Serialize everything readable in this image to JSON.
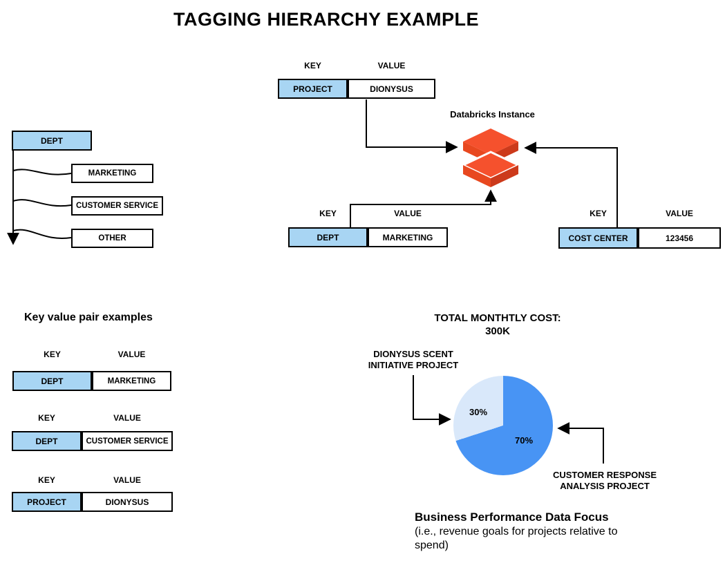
{
  "title": "TAGGING HIERARCHY EXAMPLE",
  "labels": {
    "key": "KEY",
    "value": "VALUE"
  },
  "tree": {
    "root": "DEPT",
    "children": [
      "MARKETING",
      "CUSTOMER SERVICE",
      "OTHER"
    ]
  },
  "instance": {
    "label": "Databricks Instance"
  },
  "tags": {
    "project": {
      "key": "PROJECT",
      "value": "DIONYSUS"
    },
    "dept": {
      "key": "DEPT",
      "value": "MARKETING"
    },
    "cost": {
      "key": "COST CENTER",
      "value": "123456"
    }
  },
  "examples": {
    "heading": "Key value pair examples",
    "pairs": [
      {
        "key": "DEPT",
        "value": "MARKETING"
      },
      {
        "key": "DEPT",
        "value": "CUSTOMER SERVICE"
      },
      {
        "key": "PROJECT",
        "value": "DIONYSUS"
      }
    ]
  },
  "pie_section": {
    "title_line1": "TOTAL MONTHTLY COST:",
    "title_line2": "300K",
    "callout_left_line1": "DIONYSUS SCENT",
    "callout_left_line2": "INITIATIVE PROJECT",
    "callout_right_line1": "CUSTOMER RESPONSE",
    "callout_right_line2": "ANALYSIS PROJECT",
    "footnote_bold": "Business Performance Data Focus",
    "footnote_normal": "(i.e., revenue goals for projects relative to spend)"
  },
  "chart_data": {
    "type": "pie",
    "title": "TOTAL MONTHTLY COST: 300K",
    "slices": [
      {
        "label": "CUSTOMER RESPONSE ANALYSIS PROJECT",
        "value": 70,
        "display": "70%",
        "color": "#4894F4"
      },
      {
        "label": "DIONYSUS SCENT INITIATIVE PROJECT",
        "value": 30,
        "display": "30%",
        "color": "#D9E8FA"
      }
    ],
    "legend": false,
    "start_angle": "12 o'clock, large slice clockwise"
  },
  "colors": {
    "tag_key_fill": "#A8D5F3",
    "box_border": "#000000",
    "pie_primary": "#4894F4",
    "pie_secondary": "#D9E8FA",
    "brick_top": "#F5512D",
    "brick_left": "#E8481F",
    "brick_right": "#CC3A1B"
  }
}
